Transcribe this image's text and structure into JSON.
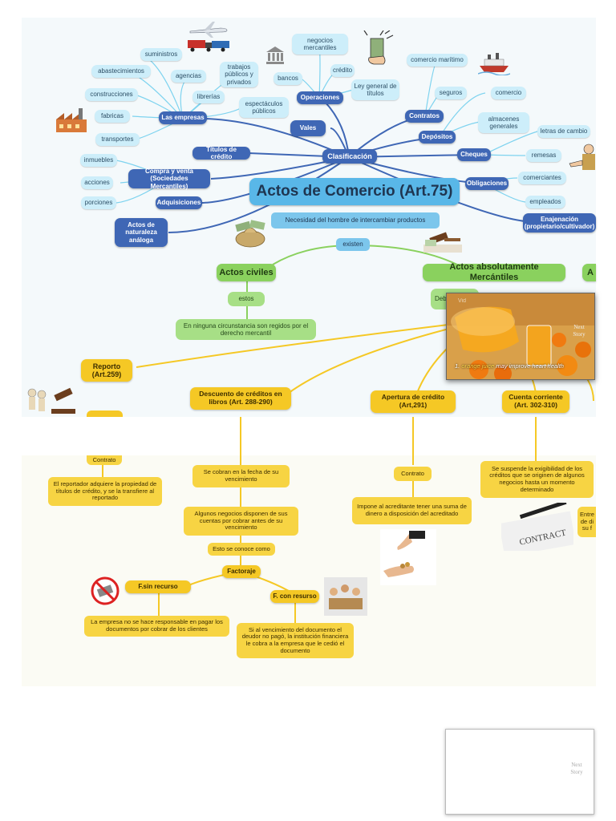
{
  "center": {
    "title": "Actos de Comercio (Art.75)",
    "clasificacion": "Clasificación",
    "necesidad": "Necesidad del hombre de intercambiar productos",
    "existen": "existen"
  },
  "left": {
    "las_empresas": "Las empresas",
    "suministros": "suministros",
    "abastecimientos": "abastecimientos",
    "agencias": "agencias",
    "construcciones": "construcciones",
    "fabricas": "fabricas",
    "transportes": "transportes",
    "librerias": "librerías",
    "trabajos": "trabajos públicos y privados",
    "espectaculos": "espectáculos públicos",
    "titulos": "Títulos de crédito",
    "compra_venta": "Compra y venta (Sociedades Mercantiles)",
    "inmuebles": "inmuebles",
    "acciones": "acciones",
    "porciones": "porciones",
    "adquisiciones": "Adquisiciones",
    "actos_naturaleza": "Actos de naturaleza análoga"
  },
  "top": {
    "negocios": "negocios mercantiles",
    "bancos": "bancos",
    "credito": "crédito",
    "operaciones": "Operaciones",
    "ley_general": "Ley general de títulos",
    "vales": "Vales"
  },
  "right": {
    "comercio_maritimo": "comercio marítimo",
    "seguros": "seguros",
    "contratos": "Contratos",
    "comercio": "comercio",
    "almacenes": "almacenes generales",
    "depositos": "Depósitos",
    "letras": "letras de cambio",
    "cheques": "Cheques",
    "remesas": "remesas",
    "obligaciones": "Obligaciones",
    "comerciantes": "comerciantes",
    "empleados": "empleados",
    "enajenacion": "Enajenación (propietario/cultivador)"
  },
  "civiles": {
    "title": "Actos civiles",
    "estos": "estos",
    "desc": "En ninguna circunstancia son regidos por el derecho mercantil"
  },
  "mercantiles": {
    "title": "Actos absolutamente Mercántiles",
    "partial_next": "A",
    "partial_deb": "Deb"
  },
  "video": {
    "caption_num": "1.",
    "caption_hl": "orange juice",
    "caption_rest": "may improve heart health",
    "next_label": "Next Story",
    "badge": "Vid"
  },
  "yellow": {
    "reporto": "Reporto (Art.259)",
    "descuento": "Descuento de créditos en libros (Art. 288-290)",
    "apertura": "Apertura de crédito (Art,291)",
    "cuenta": "Cuenta corriente (Art. 302-310)",
    "contrato_left": "Contrato",
    "reportador": "El reportador adquiere la propiedad de títulos de crédito, y se la transfiere al reportado",
    "se_cobran": "Se cobran en la fecha de su vencimiento",
    "algunos": "Algunos negocios disponen de sus cuentas por cobrar antes de su vencimiento",
    "esto_se": "Esto se conoce como",
    "factoraje": "Factoraje",
    "sin_recurso": "F.sin recurso",
    "con_resurso": "F. con resurso",
    "empresa_no": "La empresa no se hace responsable en pagar los documentos por cobrar de los clientes",
    "si_al": "Si al vencimiento del documento el deudor no pagó, la institución financiera le cobra a la empresa que le cedió el documento",
    "contrato_mid": "Contrato",
    "impone": "Impone al acreditante tener una suma de dinero a disposición del acreditado",
    "se_suspende": "Se suspende la exigibilidad de los créditos que se originen de algunos negocios hasta un momento determinado",
    "entre_partial": "Entre de di su f",
    "contract_word": "CONTRACT"
  },
  "bottom_card": {
    "next_label": "Next Story"
  },
  "colors": {
    "light_blue": "#cdeefa",
    "dark_blue": "#3f67b5",
    "main_blue": "#59b7e8",
    "green": "#8ad15e",
    "yellow": "#f5c825"
  }
}
